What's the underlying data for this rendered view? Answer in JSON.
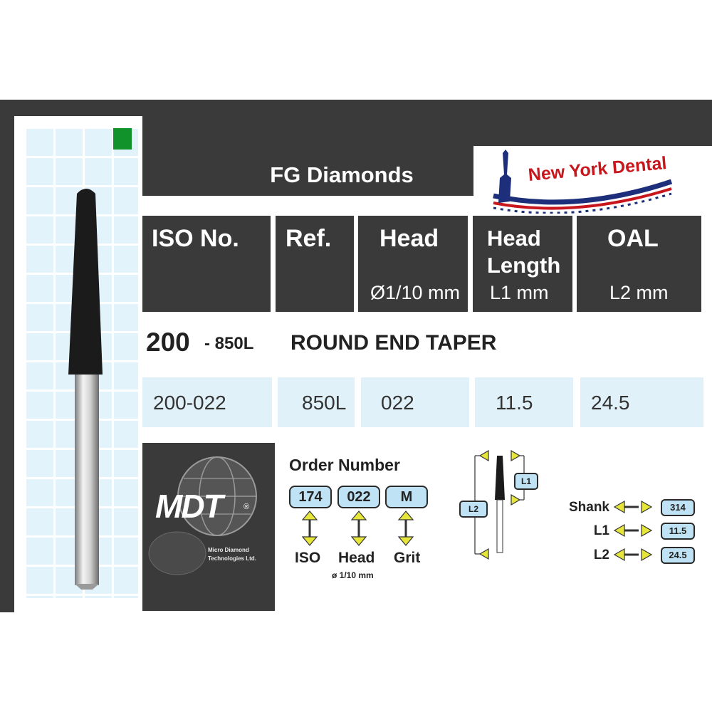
{
  "title": "FG Diamonds",
  "brand": {
    "name": "New York Dental"
  },
  "table": {
    "headers": [
      {
        "label": "ISO No.",
        "sub": ""
      },
      {
        "label": "Ref.",
        "sub": ""
      },
      {
        "label": "Head",
        "sub": "Ø1/10 mm"
      },
      {
        "label": "Head Length",
        "sub": "L1 mm"
      },
      {
        "label": "OAL",
        "sub": "L2 mm"
      }
    ],
    "values": [
      "200-022",
      "850L",
      "022",
      "11.5",
      "24.5"
    ]
  },
  "product": {
    "number": "200",
    "ref": "- 850L",
    "name": "ROUND END TAPER"
  },
  "mdt": {
    "logo": "MDT",
    "reg": "®",
    "line1": "Micro Diamond",
    "line2": "Technologies Ltd."
  },
  "order": {
    "title": "Order Number",
    "codes": [
      "174",
      "022",
      "M"
    ],
    "labels": [
      "ISO",
      "Head",
      "Grit"
    ],
    "head_sub": "ø 1/10 mm"
  },
  "diagram": {
    "l1": "L1",
    "l2": "L2"
  },
  "specs": [
    {
      "label": "Shank",
      "value": "314"
    },
    {
      "label": "L1",
      "value": "11.5"
    },
    {
      "label": "L2",
      "value": "24.5"
    }
  ],
  "colors": {
    "dark": "#3a3a3a",
    "light_blue": "#e1f1fa",
    "green": "#12922a",
    "arrow_yellow": "#e6e63a",
    "brand_red": "#c8161d",
    "brand_blue": "#1d2f7a"
  }
}
